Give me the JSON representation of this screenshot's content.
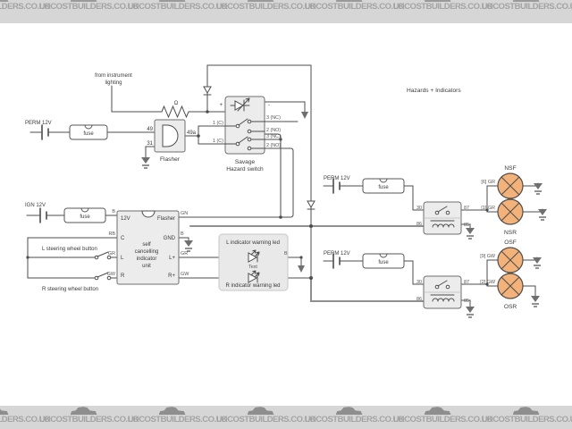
{
  "banner": {
    "text": "LOCOSTBUILDERS.CO.UK"
  },
  "header": {
    "title": "Hazards + Indicators"
  },
  "notes": {
    "instrument_line1": "from instrument",
    "instrument_line2": "lighting",
    "ohm": "Ω"
  },
  "supplies": {
    "perm_top": {
      "label": "PERM 12V",
      "fuse": "fuse"
    },
    "ign": {
      "label": "IGN 12V",
      "fuse": "fuse"
    },
    "perm_ns": {
      "label": "PERM 12V",
      "fuse": "fuse"
    },
    "perm_os": {
      "label": "PERM 12V",
      "fuse": "fuse"
    }
  },
  "flasher": {
    "label": "Flasher",
    "pin_49": "49",
    "pin_49a": "49a",
    "pin_31": "31"
  },
  "hazard_switch": {
    "name_line1": "Savage",
    "name_line2": "Hazard switch",
    "plus": "+",
    "minus": "-",
    "pin_c1": "1 (C)",
    "pin_c2": "1 (C)",
    "pin_nc1": "3 (NC)",
    "pin_no1": "2 (NO)",
    "pin_nc2": "3 (NC)",
    "pin_no2": "2 (NO)"
  },
  "unit": {
    "pin_12v": "12V",
    "pin_flasher": "Flasher",
    "pin_c": "C",
    "pin_gnd": "GND",
    "pin_l": "L",
    "pin_lplus": "L+",
    "pin_r": "R",
    "pin_rplus": "R+",
    "name1": "self",
    "name2": "cancelling",
    "name3": "indicator",
    "name4": "unit"
  },
  "buttons": {
    "left": "L steering wheel button",
    "right": "R steering wheel button"
  },
  "wire_labels": {
    "b_ign": "B",
    "rb": "RB",
    "gr_in": "GR",
    "gw_in": "GW",
    "gn": "GN",
    "b_gnd": "B",
    "gr_out": "GR",
    "gw_out": "GW",
    "b_led": "B"
  },
  "warning_box": {
    "l_label": "L indicator warning led",
    "r_label": "R indicator warning led",
    "placeholder": "Text"
  },
  "relay": {
    "p30": "30",
    "p87": "87",
    "p86": "86",
    "p85": "85"
  },
  "lamps": {
    "nsf": {
      "name": "NSF",
      "wire": "[6] GR"
    },
    "nsr": {
      "name": "NSR",
      "wire": "[1] GR"
    },
    "osf": {
      "name": "OSF",
      "wire": "[9] GW"
    },
    "osr": {
      "name": "OSR",
      "wire": "[2] GW"
    }
  },
  "colors": {
    "lamp_fill": "#f2b27a",
    "box_fill": "#ececec",
    "wire": "#4d4d4d",
    "banner_bg": "#d6d6d6"
  }
}
